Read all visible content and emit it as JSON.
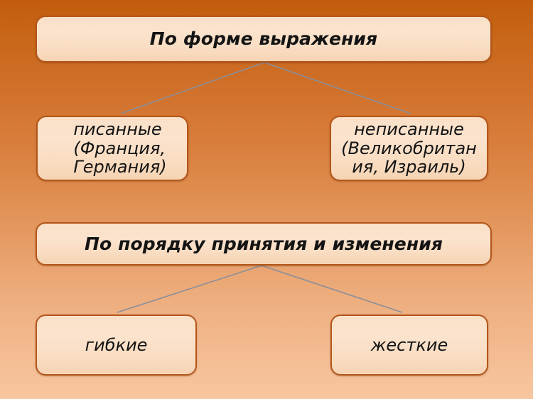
{
  "slide": {
    "background": {
      "type": "vertical-gradient",
      "top_color": "#c25c0c",
      "bottom_color": "#f7c69f"
    },
    "box_fill_color": "#fae0c8",
    "box_border_color": "#b4561a",
    "connector_color": "#8a8f9a",
    "text_color": "#141414"
  },
  "diagram": {
    "groups": [
      {
        "header": {
          "id": "node-form-header",
          "label": "По форме выражения"
        },
        "children": [
          {
            "id": "node-written",
            "label": "писанные\n(Франция,\nГермания)"
          },
          {
            "id": "node-unwritten",
            "label": "неписанные\n(Великобритан\nия, Израиль)"
          }
        ]
      },
      {
        "header": {
          "id": "node-order-header",
          "label": "По порядку принятия и изменения"
        },
        "children": [
          {
            "id": "node-flexible",
            "label": "гибкие"
          },
          {
            "id": "node-rigid",
            "label": "жесткие"
          }
        ]
      }
    ]
  }
}
